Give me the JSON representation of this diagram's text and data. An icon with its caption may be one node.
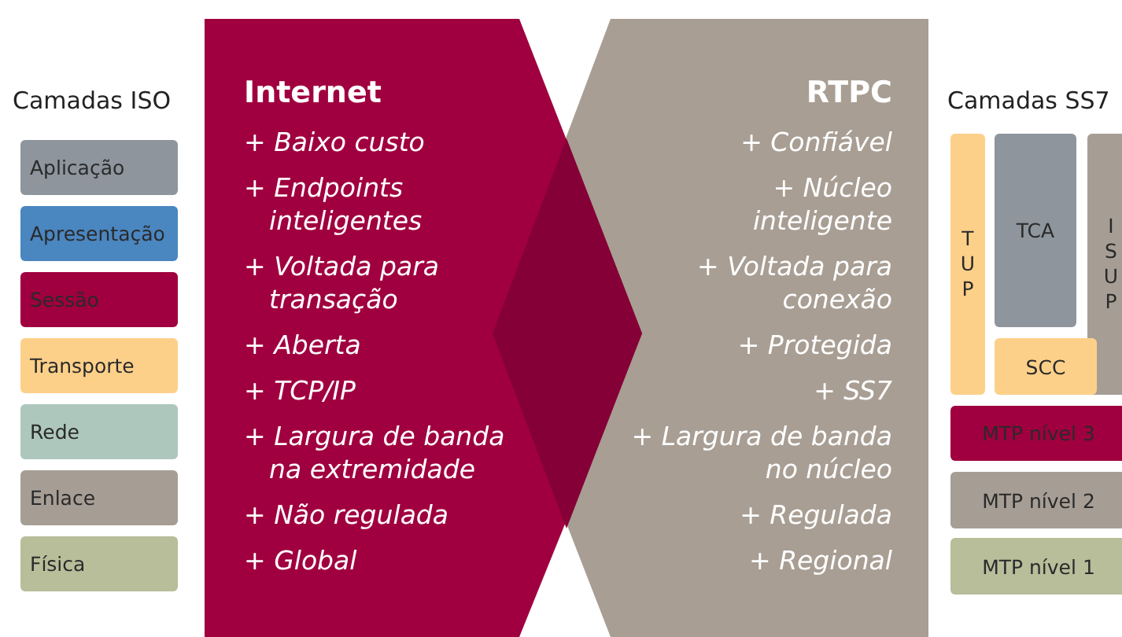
{
  "diagram": {
    "nodes": [
      {
        "text": [
          "Aplicação"
        ]
      },
      {
        "text": [
          "Apresentação"
        ]
      },
      {
        "text": [
          "Sessão"
        ]
      },
      {
        "text": [
          "Transporte"
        ]
      },
      {
        "text": [
          "Rede"
        ]
      },
      {
        "text": [
          "Enlace"
        ]
      },
      {
        "text": [
          "Física"
        ]
      },
      {
        "text": [
          "Internet",
          "+ Baixo custo",
          "+ Endpoints inteligentes",
          "+ Voltada para transação",
          "+ Aberta",
          "+ TCP/IP",
          "+ Largura de banda na extremidade",
          "+ Não regulada",
          "+ Global"
        ]
      },
      {
        "text": [
          "RTPC",
          "+ Confiável",
          "+ Núcleo inteligente",
          "+ Voltada para conexão",
          "+ Protegida",
          "+ SS7",
          "+ Largura de banda no núcleo",
          "+ Regulada",
          "+ Regional"
        ]
      },
      {
        "text": [
          "TUP"
        ]
      },
      {
        "text": [
          "TCA"
        ]
      },
      {
        "text": [
          "ISUP"
        ]
      },
      {
        "text": [
          "SCC"
        ]
      },
      {
        "text": [
          "MTP nível 3"
        ]
      },
      {
        "text": [
          "MTP nível 2"
        ]
      },
      {
        "text": [
          "MTP nível 1"
        ]
      }
    ],
    "labels": [
      "Camadas ISO",
      "Camadas SS7"
    ]
  }
}
